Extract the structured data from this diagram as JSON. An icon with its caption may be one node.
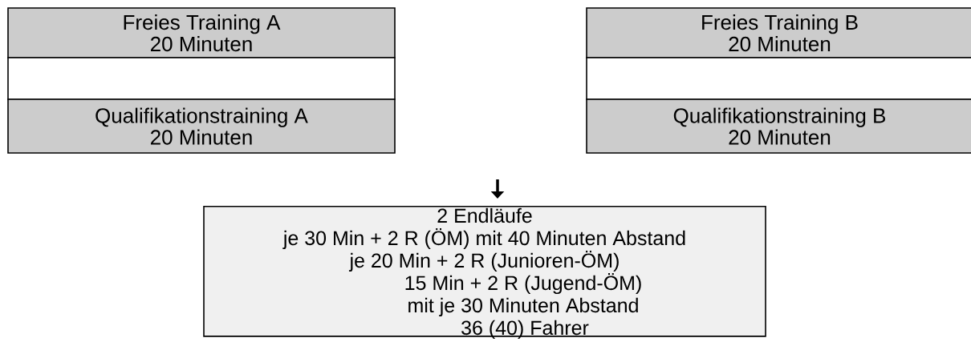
{
  "diagram": {
    "nodes": [
      {
        "text": [
          "Freies Training A",
          "20 Minuten"
        ]
      },
      {
        "text": [],
        "shape": "box"
      },
      {
        "text": [
          "Qualifikationstraining A",
          "20 Minuten"
        ]
      },
      {
        "text": [
          "Freies Training B",
          "20 Minuten"
        ]
      },
      {
        "text": [],
        "shape": "box"
      },
      {
        "text": [
          "Qualifikationstraining B",
          "20 Minuten"
        ]
      },
      {
        "text": [
          "2 Endläufe",
          "je 30 Min + 2 R (ÖM) mit 40 Minuten Abstand",
          "je 20 Min + 2 R (Junioren-ÖM)",
          "15 Min + 2 R (Jugend-ÖM)",
          "mit je 30 Minuten Abstand",
          "36 (40) Fahrer"
        ]
      }
    ],
    "edges": [
      {
        "from": null,
        "to": 6,
        "arrow": "to"
      }
    ]
  }
}
